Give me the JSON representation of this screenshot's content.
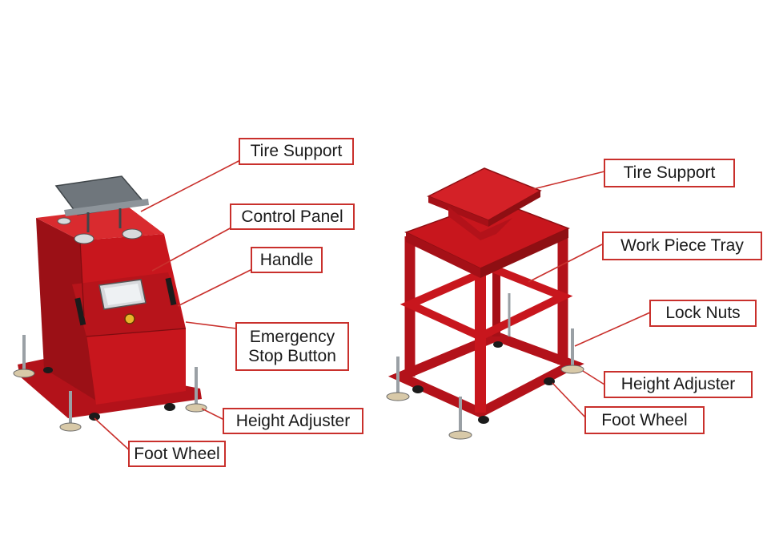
{
  "colors": {
    "machine_red": "#c8161d",
    "machine_dark": "#8e0f13",
    "machine_light": "#e03a3a",
    "callout_border": "#c9302c",
    "steel": "#7c8288"
  },
  "left_machine": {
    "labels": {
      "tire_support": "Tire Support",
      "control_panel": "Control Panel",
      "handle": "Handle",
      "emergency_stop": "Emergency\nStop Button",
      "height_adjuster": "Height Adjuster",
      "foot_wheel": "Foot Wheel"
    }
  },
  "right_stand": {
    "labels": {
      "tire_support": "Tire Support",
      "work_piece_tray": "Work Piece Tray",
      "lock_nuts": "Lock Nuts",
      "height_adjuster": "Height Adjuster",
      "foot_wheel": "Foot Wheel"
    }
  }
}
